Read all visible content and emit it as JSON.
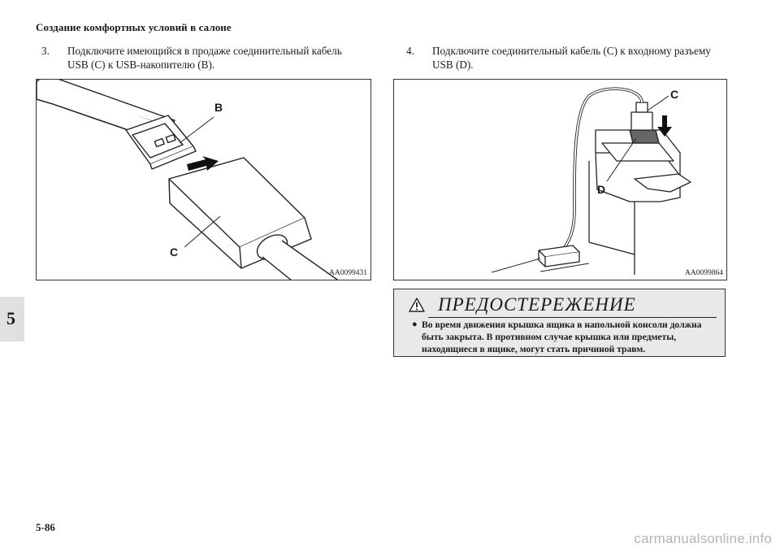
{
  "header": {
    "title": "Создание комфортных условий в салоне"
  },
  "steps": [
    {
      "num": "3.",
      "line1": "Подключите имеющийся в продаже соединительный кабель",
      "line2": "USB (C) к USB-накопителю (B)."
    },
    {
      "num": "4.",
      "line1": "Подключите соединительный кабель (C) к входному разъему",
      "line2": "USB (D)."
    }
  ],
  "figures": {
    "left": {
      "code": "AA0099431",
      "label_b": "B",
      "label_c": "C"
    },
    "right": {
      "code": "AA0099864",
      "label_c": "C",
      "label_d": "D"
    }
  },
  "warning": {
    "title": "ПРЕДОСТЕРЕЖЕНИЕ",
    "bullet": "●",
    "lines": [
      "Во время движения крышка ящика в напольной консоли должна",
      "быть закрыта. В противном случае крышка или предметы,",
      "находящиеся в ящике, могут стать причиной травм."
    ]
  },
  "section_tab": "5",
  "page_number": "5-86",
  "watermark": "carmanualsonline.info"
}
